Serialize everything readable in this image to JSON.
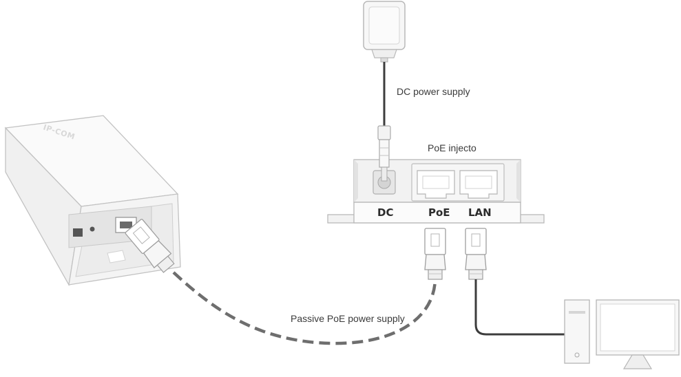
{
  "labels": {
    "dc_power_supply": "DC power supply",
    "poe_injector": "PoE injecto",
    "passive_poe": "Passive PoE power supply"
  },
  "injector": {
    "ports": {
      "dc": "DC",
      "poe": "PoE",
      "lan": "LAN"
    }
  },
  "access_point": {
    "brand": "IP-COM"
  },
  "colors": {
    "cable_dashed": "#6e6e6e",
    "cable_solid": "#3c3c3c",
    "device_fill": "#f4f4f4",
    "device_outline": "#b5b5b5"
  }
}
